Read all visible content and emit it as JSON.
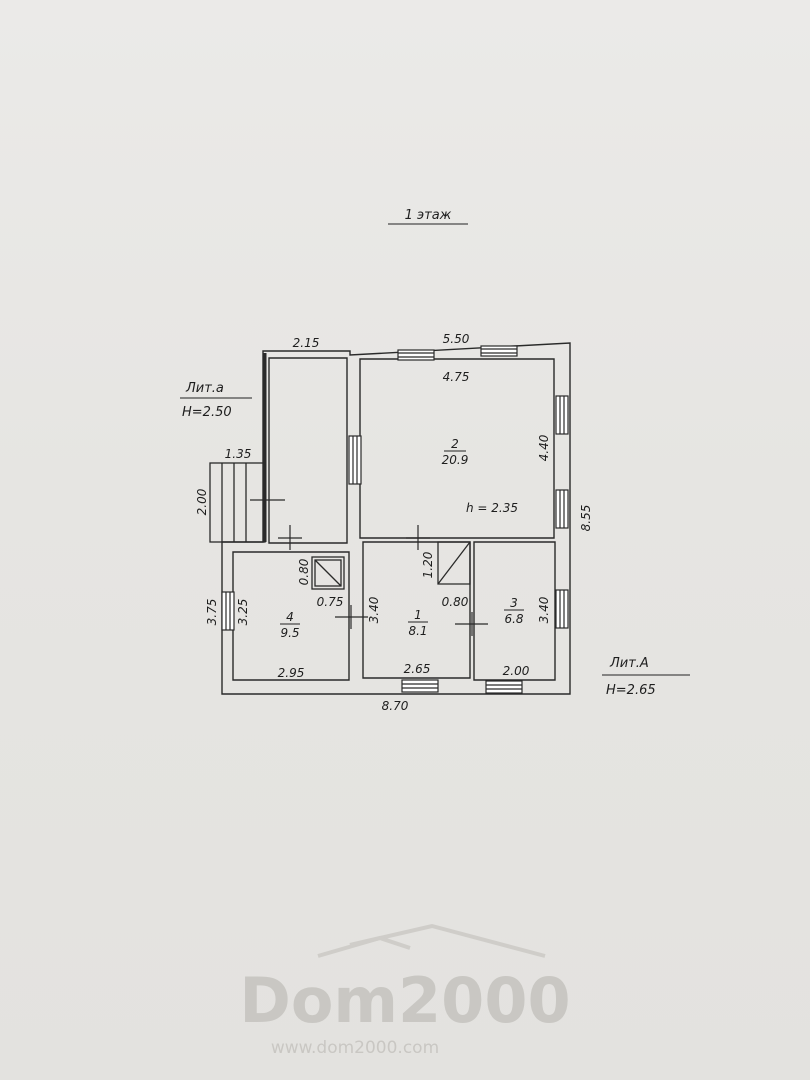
{
  "floor_title": "1 этаж",
  "lit_a": {
    "name": "Лит.а",
    "height": "H=2.50"
  },
  "lit_A": {
    "name": "Лит.А",
    "height": "H=2.65"
  },
  "ceiling_height": "h = 2.35",
  "rooms": [
    {
      "number": "1",
      "area": "8.1"
    },
    {
      "number": "2",
      "area": "20.9"
    },
    {
      "number": "3",
      "area": "6.8"
    },
    {
      "number": "4",
      "area": "9.5"
    }
  ],
  "dimensions": {
    "top_left": "2.15",
    "top_right": "5.50",
    "room2_width": "4.75",
    "room2_depth": "4.40",
    "overall_height": "8.55",
    "overall_width": "8.70",
    "porch_width": "1.35",
    "porch_depth": "2.00",
    "left_outer": "3.75",
    "room4_depth": "3.25",
    "room4_width": "2.95",
    "stove_small": "0.80",
    "stove_width": "0.75",
    "room1_depth": "3.40",
    "room1_width": "2.65",
    "closet_height": "1.20",
    "closet_width": "0.80",
    "room3_depth": "3.40",
    "room3_width": "2.00"
  },
  "watermark": {
    "brand": "Dom2000",
    "url": "www.dom2000.com"
  }
}
